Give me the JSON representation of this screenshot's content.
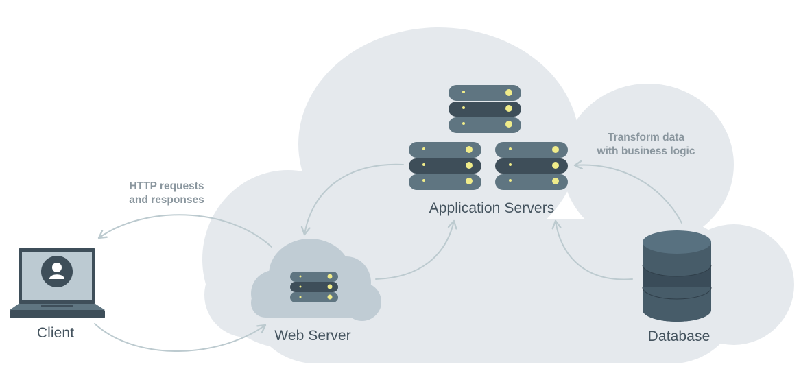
{
  "nodes": {
    "client": {
      "label": "Client",
      "icon": "laptop-user-icon"
    },
    "web_server": {
      "label": "Web Server",
      "icon": "cloud-server-icon"
    },
    "application_servers": {
      "label": "Application Servers",
      "icon": "server-rack-icon"
    },
    "database": {
      "label": "Database",
      "icon": "database-cylinder-icon"
    }
  },
  "annotations": {
    "http": {
      "line1": "HTTP requests",
      "line2": "and responses"
    },
    "transform": {
      "line1": "Transform data",
      "line2": "with business logic"
    }
  },
  "colors": {
    "cloud": "#e5e9ed",
    "server_light": "#5f7581",
    "server_dark": "#3e4e59",
    "led": "#f0ec8a",
    "arrow": "#bccacf",
    "label": "#44535e",
    "note": "#8a969e"
  }
}
